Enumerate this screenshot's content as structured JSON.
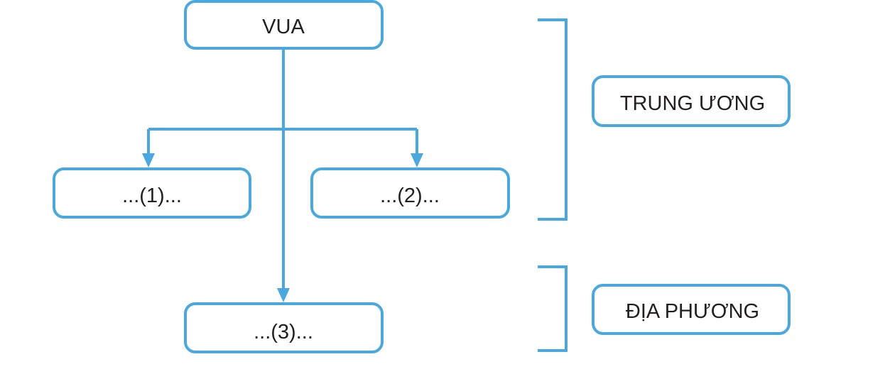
{
  "nodes": {
    "king": "VUA",
    "blank1": "...(1)...",
    "blank2": "...(2)...",
    "blank3": "...(3)..."
  },
  "levels": {
    "central": "TRUNG ƯƠNG",
    "local": "ĐỊA PHƯƠNG"
  },
  "colors": {
    "accent": "#4aa8de",
    "text": "#231f20"
  }
}
